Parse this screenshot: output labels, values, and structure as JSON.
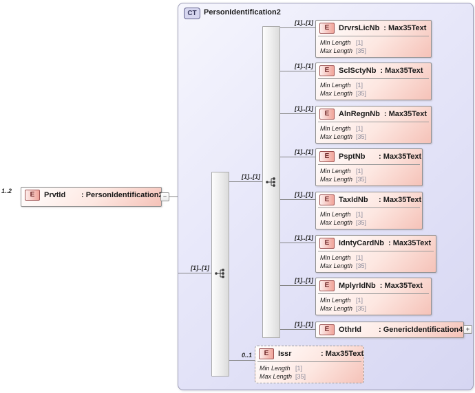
{
  "root_element": {
    "cardinality": "1..2",
    "badge": "E",
    "name": "PrvtId",
    "type_label": ": PersonIdentification2",
    "collapse_glyph": "−"
  },
  "complex_type": {
    "badge": "CT",
    "title": "PersonIdentification2"
  },
  "sequence": {
    "cardinality": "[1]..[1]"
  },
  "choice": {
    "cardinality": "[1]..[1]"
  },
  "elements": [
    {
      "badge": "E",
      "name": "DrvrsLicNb",
      "type_label": ": Max35Text",
      "cardinality": "[1]..[1]",
      "min_length_label": "Min Length",
      "min_length_value": "[1]",
      "max_length_label": "Max Length",
      "max_length_value": "[35]"
    },
    {
      "badge": "E",
      "name": "SclSctyNb",
      "type_label": ": Max35Text",
      "cardinality": "[1]..[1]",
      "min_length_label": "Min Length",
      "min_length_value": "[1]",
      "max_length_label": "Max Length",
      "max_length_value": "[35]"
    },
    {
      "badge": "E",
      "name": "AlnRegnNb",
      "type_label": ": Max35Text",
      "cardinality": "[1]..[1]",
      "min_length_label": "Min Length",
      "min_length_value": "[1]",
      "max_length_label": "Max Length",
      "max_length_value": "[35]"
    },
    {
      "badge": "E",
      "name": "PsptNb",
      "type_label": ": Max35Text",
      "cardinality": "[1]..[1]",
      "min_length_label": "Min Length",
      "min_length_value": "[1]",
      "max_length_label": "Max Length",
      "max_length_value": "[35]"
    },
    {
      "badge": "E",
      "name": "TaxIdNb",
      "type_label": ": Max35Text",
      "cardinality": "[1]..[1]",
      "min_length_label": "Min Length",
      "min_length_value": "[1]",
      "max_length_label": "Max Length",
      "max_length_value": "[35]"
    },
    {
      "badge": "E",
      "name": "IdntyCardNb",
      "type_label": ": Max35Text",
      "cardinality": "[1]..[1]",
      "min_length_label": "Min Length",
      "min_length_value": "[1]",
      "max_length_label": "Max Length",
      "max_length_value": "[35]"
    },
    {
      "badge": "E",
      "name": "MplyrIdNb",
      "type_label": ": Max35Text",
      "cardinality": "[1]..[1]",
      "min_length_label": "Min Length",
      "min_length_value": "[1]",
      "max_length_label": "Max Length",
      "max_length_value": "[35]"
    },
    {
      "badge": "E",
      "name": "OthrId",
      "type_label": ": GenericIdentification4",
      "cardinality": "[1]..[1]",
      "expand_glyph": "+"
    }
  ],
  "issuer": {
    "badge": "E",
    "name": "Issr",
    "type_label": ": Max35Text",
    "cardinality": "0..1",
    "min_length_label": "Min Length",
    "min_length_value": "[1]",
    "max_length_label": "Max Length",
    "max_length_value": "[35]"
  }
}
